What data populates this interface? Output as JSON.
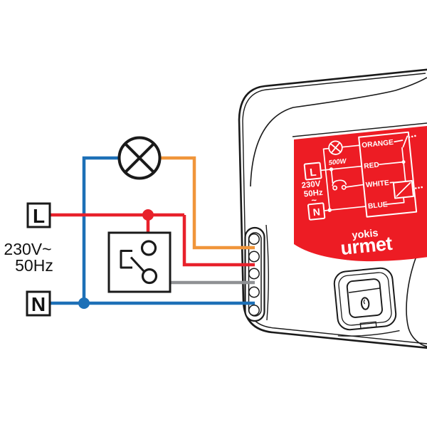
{
  "wiring_diagram": {
    "phase_label": "L",
    "neutral_label": "N",
    "voltage": "230V~",
    "frequency": "50Hz"
  },
  "device_label": {
    "lamp_power": "500W",
    "phase_label": "L",
    "voltage": "230V",
    "frequency": "50Hz",
    "ac_symbol": "~",
    "neutral_label": "N",
    "wire_rows": [
      {
        "label": "ORANGE"
      },
      {
        "label": "RED"
      },
      {
        "label": "WHITE"
      },
      {
        "label": "BLUE"
      }
    ],
    "brand_top": "yokis",
    "brand_bottom": "urmet"
  },
  "colors": {
    "wire_orange": "#f0953a",
    "wire_red": "#e8212b",
    "wire_gray": "#8f9194",
    "wire_blue": "#1d70b7",
    "label_red": "#ed1c24",
    "label_text": "#ffffff",
    "outline": "#1a1a1a"
  }
}
